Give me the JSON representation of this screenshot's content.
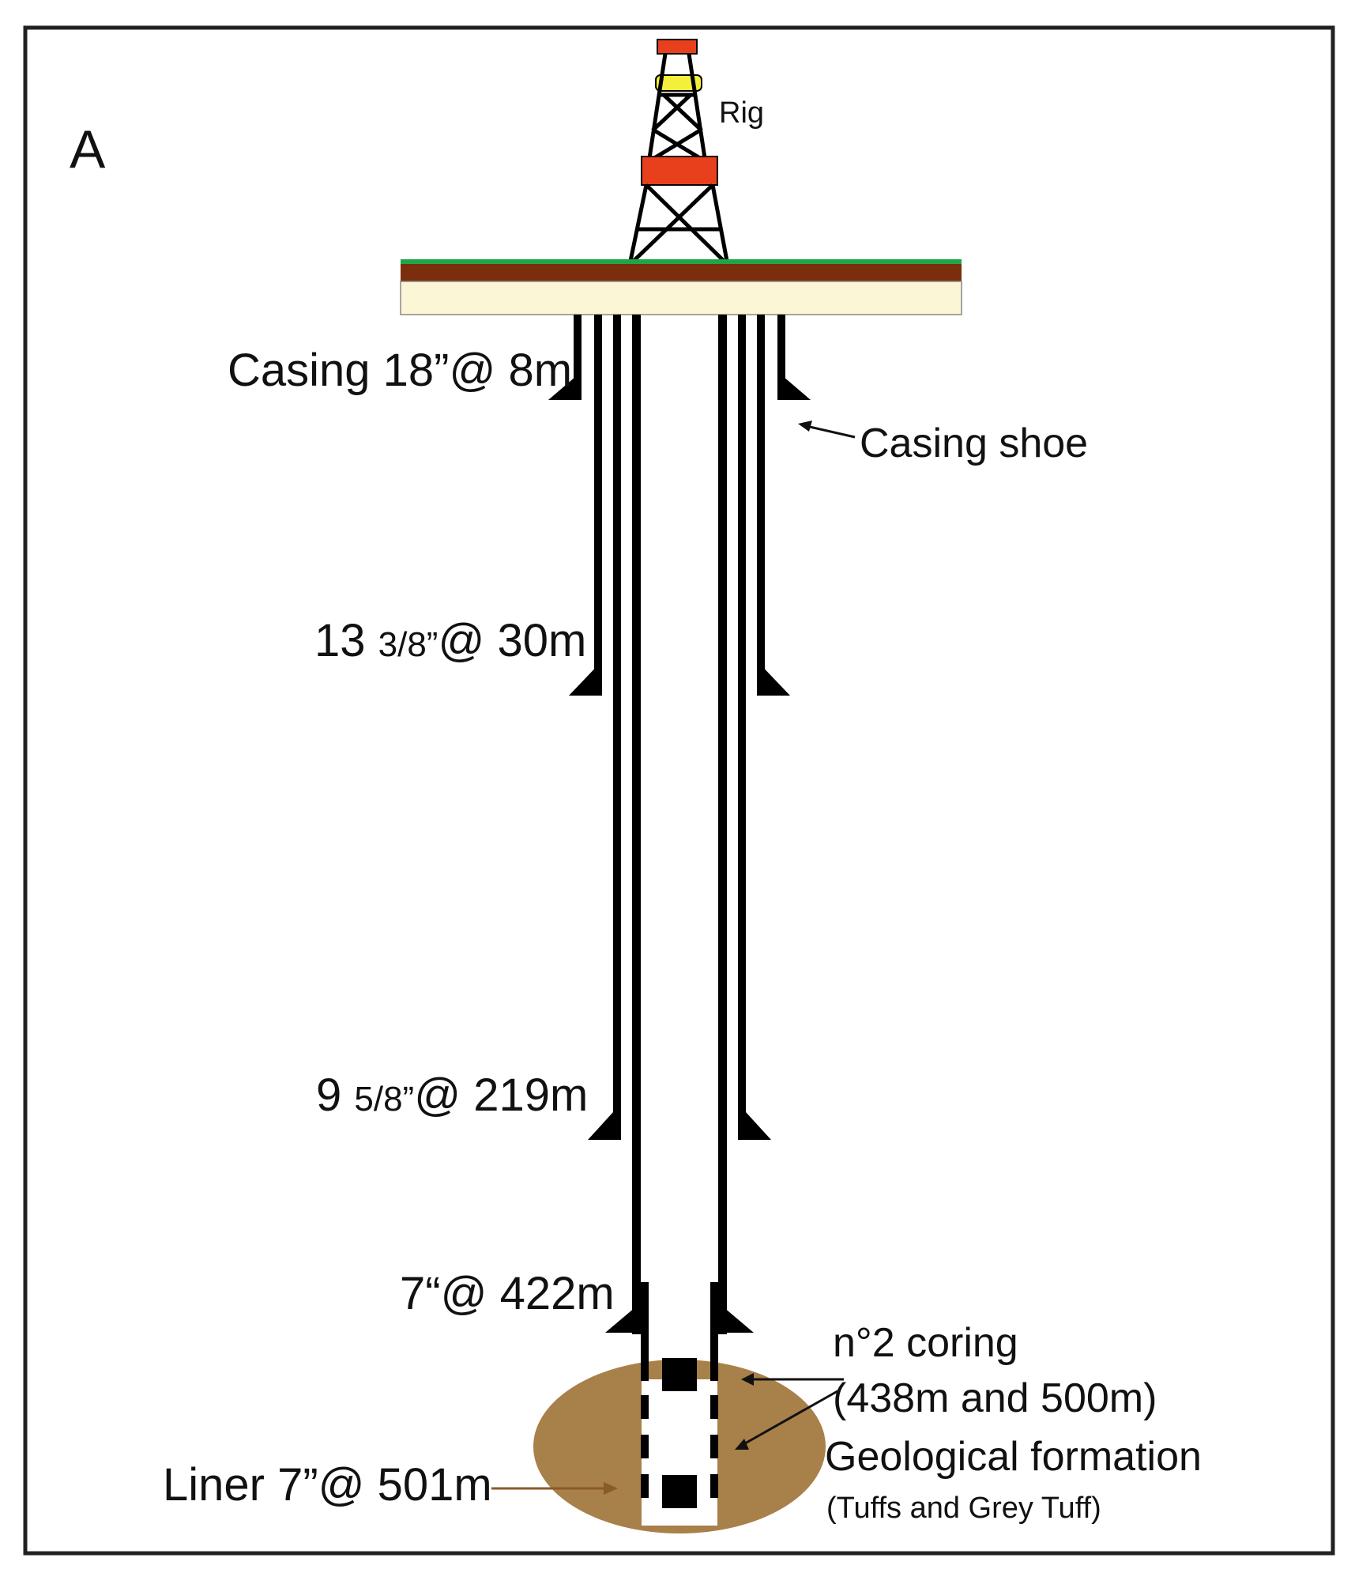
{
  "panel_label": "A",
  "labels": {
    "rig": "Rig",
    "casing_shoe": "Casing shoe",
    "casing_18": "Casing 18”@ 8m",
    "casing_13_a": "13 ",
    "casing_13_b": "3/8”",
    "casing_13_c": "@ 30m",
    "casing_9_a": "9 ",
    "casing_9_b": "5/8”",
    "casing_9_c": "@ 219m",
    "casing_7": "7“@ 422m",
    "liner": "Liner 7”@ 501m",
    "coring_1": "n°2 coring",
    "coring_2": "(438m and 500m)",
    "formation_1": "Geological formation",
    "formation_2": "(Tuffs and Grey Tuff)"
  },
  "colors": {
    "rig_red": "#e8401c",
    "rig_yellow": "#f4ef3a",
    "grass": "#1fa64a",
    "soil": "#7a2e0c",
    "subsoil": "#fbf6d6",
    "formation": "#a8804a",
    "steel": "#000000"
  }
}
